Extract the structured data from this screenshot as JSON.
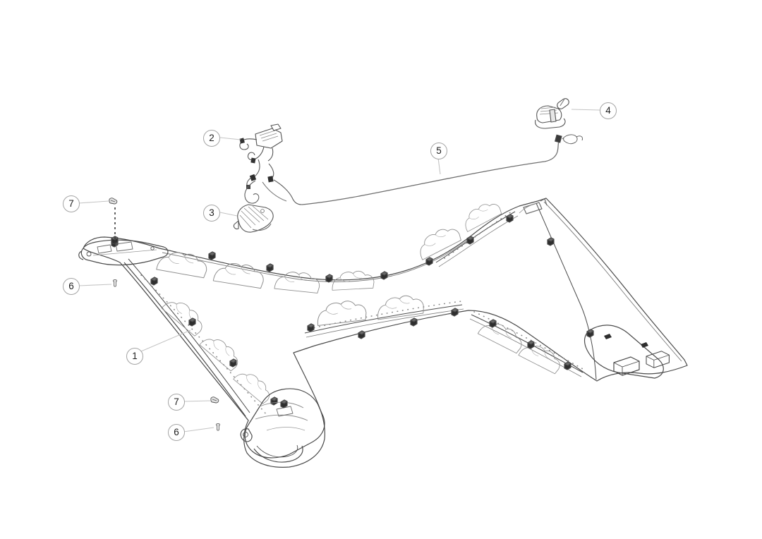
{
  "page": {
    "background_color": "#ffffff"
  },
  "diagram": {
    "kind": "exploded-parts-line-diagram",
    "subject": "vehicle roof headliner panel with lamps, harness, cable and fasteners",
    "colors": {
      "main_line": "#4b4b4b",
      "secondary_line": "#8f8f8f",
      "leader_line": "#c4c4c4",
      "dark_fill": "#2e2e2e",
      "callout_border": "#a4a4a4",
      "callout_text": "#1d1d1d"
    },
    "callouts": [
      {
        "label": "2"
      },
      {
        "label": "3"
      },
      {
        "label": "4"
      },
      {
        "label": "5"
      },
      {
        "label": "7"
      },
      {
        "label": "6"
      },
      {
        "label": "1"
      },
      {
        "label": "7"
      },
      {
        "label": "6"
      }
    ]
  }
}
